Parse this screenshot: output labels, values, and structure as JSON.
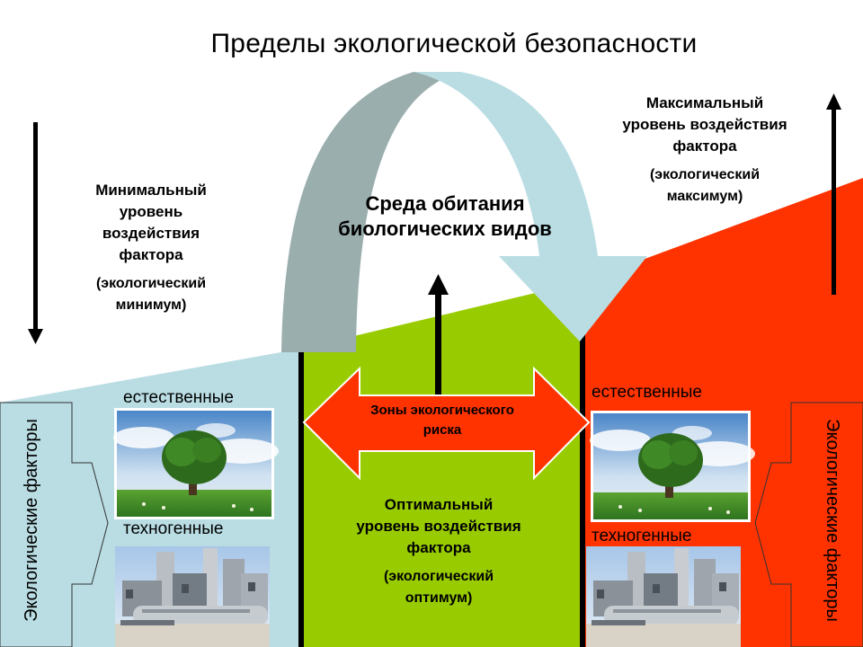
{
  "title": "Пределы экологической безопасности",
  "left_block": {
    "heading": "Минимальный уровень воздействия фактора",
    "note": "(экологический минимум)"
  },
  "right_block": {
    "heading": "Максимальный уровень воздействия фактора",
    "note": "(экологический максимум)"
  },
  "center_block": {
    "heading": "Оптимальный уровень воздействия фактора",
    "note": "(экологический оптимум)"
  },
  "habitat_label": "Среда обитания биологических видов",
  "risk_zone_label": "Зоны экологического риска",
  "factor_labels": {
    "natural": "естественные",
    "technogenic": "техногенные"
  },
  "side_label": "Экологические факторы",
  "colors": {
    "min_zone": "#b9dde3",
    "optimum_zone": "#99cc00",
    "max_zone": "#ff3300",
    "arc_left": "#9aaeae",
    "arc_right": "#b9dde3",
    "risk_arrow": "#ff3300"
  },
  "icons": [
    "tree-photo",
    "factory-photo",
    "arrow-up-icon",
    "arrow-down-icon"
  ]
}
